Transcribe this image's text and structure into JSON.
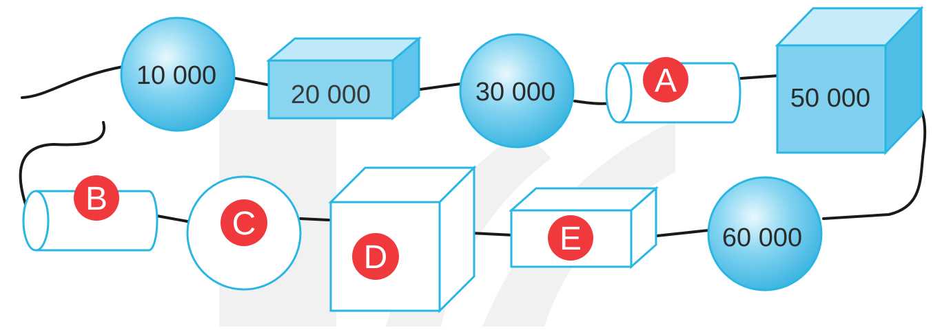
{
  "colors": {
    "shape_stroke": "#29b6e3",
    "shape_fill": "#7fd1ef",
    "shape_fill_light": "#c6ecf9",
    "badge_fill": "#f0393c",
    "badge_text": "#ffffff",
    "string": "#1a1a1a",
    "number_text": "#2b2b2b",
    "watermark": "#e9e9e9"
  },
  "beads": [
    {
      "id": "bead-1",
      "shape": "sphere",
      "filled": true,
      "number": "10 000",
      "badge": ""
    },
    {
      "id": "bead-2",
      "shape": "box",
      "filled": true,
      "number": "20 000",
      "badge": ""
    },
    {
      "id": "bead-3",
      "shape": "sphere",
      "filled": true,
      "number": "30 000",
      "badge": ""
    },
    {
      "id": "bead-4",
      "shape": "cylinder",
      "filled": false,
      "number": "",
      "badge": "A"
    },
    {
      "id": "bead-5",
      "shape": "cube",
      "filled": true,
      "number": "50 000",
      "badge": ""
    },
    {
      "id": "bead-6",
      "shape": "sphere",
      "filled": true,
      "number": "60 000",
      "badge": ""
    },
    {
      "id": "bead-7",
      "shape": "box",
      "filled": false,
      "number": "",
      "badge": "E"
    },
    {
      "id": "bead-8",
      "shape": "cube",
      "filled": false,
      "number": "",
      "badge": "D"
    },
    {
      "id": "bead-9",
      "shape": "sphere",
      "filled": false,
      "number": "",
      "badge": "C"
    },
    {
      "id": "bead-10",
      "shape": "cylinder",
      "filled": false,
      "number": "",
      "badge": "B"
    }
  ]
}
